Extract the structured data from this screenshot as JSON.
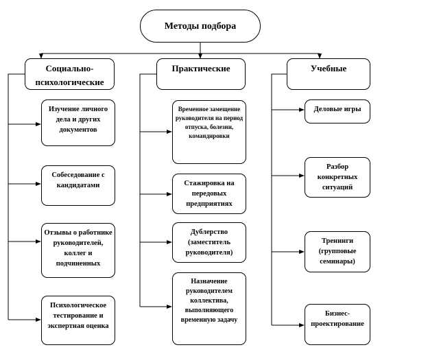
{
  "root": "Методы подбора",
  "categories": [
    {
      "title": "Социально-психологические",
      "items": [
        "Изучение личного дела и других документов",
        "Собеседование с кандидатами",
        "Отзывы о работнике руководителей, коллег и подчиненных",
        "Психологическое тестирование и экспертная оценка"
      ]
    },
    {
      "title": "Практические",
      "items": [
        "Временное замещение руководителя на период отпуска, болезни, командировки",
        "Стажировка на передовых предприятиях",
        "Дублерство (заместитель руководителя)",
        "Назначение руководителем коллектива, выполняющего временную задачу"
      ]
    },
    {
      "title": "Учебные",
      "items": [
        "Деловые игры",
        "Разбор конкретных ситуаций",
        "Тренинги (групповые семинары)",
        "Бизнес-проектирование"
      ]
    }
  ]
}
